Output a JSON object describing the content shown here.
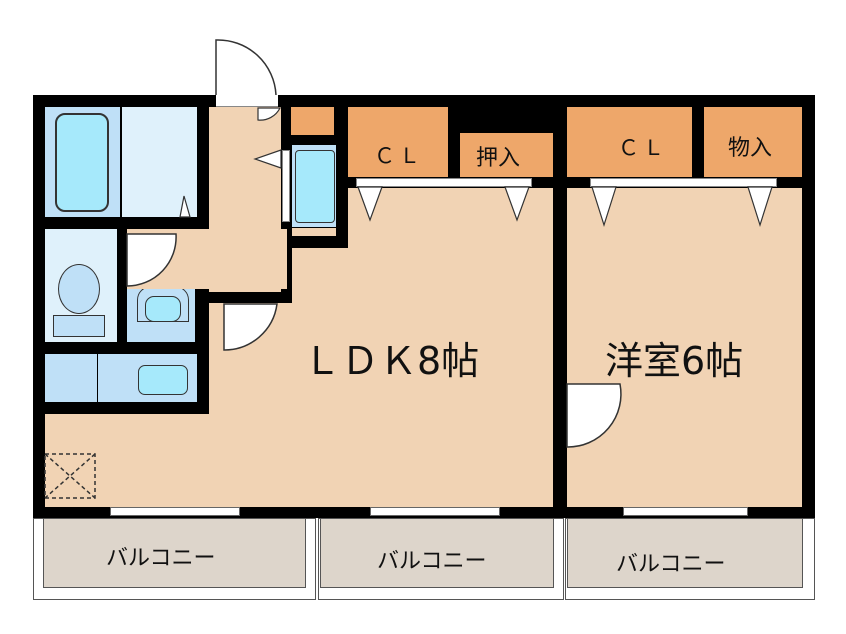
{
  "floor_plan": {
    "rooms": [
      {
        "id": "ldk",
        "label": "ＬＤＫ8帖",
        "type": "living-dining-kitchen",
        "size_jo": 8
      },
      {
        "id": "western-room",
        "label": "洋室6帖",
        "type": "western-style-room",
        "size_jo": 6
      }
    ],
    "storage": [
      {
        "id": "cl-1",
        "label": "ＣＬ"
      },
      {
        "id": "oshiire",
        "label": "押入"
      },
      {
        "id": "cl-2",
        "label": "ＣＬ"
      },
      {
        "id": "monoire",
        "label": "物入"
      }
    ],
    "balconies": [
      {
        "id": "balcony-1",
        "label": "バルコニー"
      },
      {
        "id": "balcony-2",
        "label": "バルコニー"
      },
      {
        "id": "balcony-3",
        "label": "バルコニー"
      }
    ],
    "fixtures": [
      "bathtub",
      "toilet",
      "washbasin",
      "kitchen-sink",
      "washing-machine-space",
      "storage-hatch"
    ],
    "colors": {
      "wall": "#000000",
      "floor": "#f1d3b4",
      "closet": "#eea76a",
      "wet_area": "#bfe0f7",
      "fixture": "#a6e9fb",
      "balcony": "#ddd5cb"
    }
  }
}
